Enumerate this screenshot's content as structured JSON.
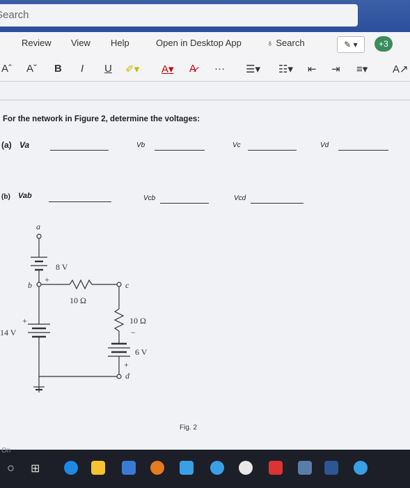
{
  "search": {
    "label": "Search"
  },
  "ribbon": {
    "tabs": [
      "Review",
      "View",
      "Help",
      "Open in Desktop App"
    ],
    "search_label": "Search",
    "badge": "+3"
  },
  "format_bar": {
    "font_grow": "A",
    "font_shrink": "A",
    "bold": "B",
    "italic": "I",
    "underline": "U",
    "font_color": "A",
    "more": "···"
  },
  "document": {
    "prompt": "For the network in Figure 2, determine the voltages:",
    "row_a_label": "(a)",
    "row_a_vars": [
      "Va",
      "Vb",
      "Vc",
      "Vd"
    ],
    "row_b_label": "(b)",
    "row_b_vars": [
      "Vab",
      "Vcb",
      "Vcd"
    ],
    "figure_caption": "Fig. 2"
  },
  "circuit": {
    "node_a": "a",
    "node_b": "b",
    "node_c": "c",
    "node_d": "d",
    "battery_8": "8 V",
    "resistor_top": "10 Ω",
    "resistor_right": "10 Ω",
    "battery_14": "14 V",
    "battery_6": "6 V",
    "plus": "+",
    "minus": "−"
  },
  "taskbar": {
    "status_text": "On"
  }
}
